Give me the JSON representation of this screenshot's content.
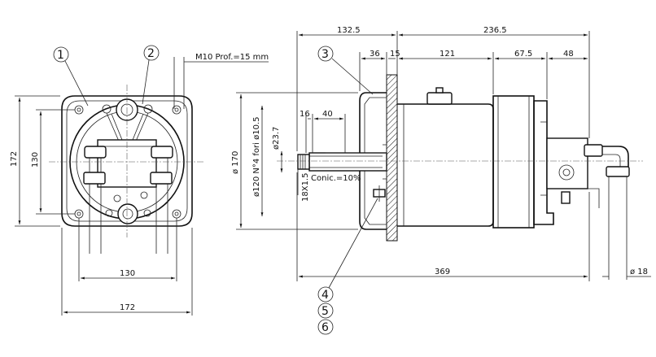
{
  "callouts": {
    "c1": "1",
    "c2": "2",
    "c3": "3",
    "c4": "4",
    "c5": "5",
    "c6": "6"
  },
  "front_view": {
    "note_m10": "M10 Prof.=15 mm",
    "dim_height_outer": "172",
    "dim_height_inner": "130",
    "dim_width_inner": "130",
    "dim_width_outer": "172"
  },
  "side_view": {
    "dim_top_left": "132.5",
    "dim_top_right": "236.5",
    "dim_36": "36",
    "dim_15": "15",
    "dim_121": "121",
    "dim_67_5": "67.5",
    "dim_48": "48",
    "dim_16": "16",
    "dim_40": "40",
    "dim_170": "ø 170",
    "dim_holes": "ø120 N°4 fori ø10.5",
    "dim_23_7": "ø23.7",
    "dim_thread": "18X1.5",
    "note_conic": "Conic.=10%",
    "dim_369": "369",
    "dim_18": "ø 18"
  }
}
